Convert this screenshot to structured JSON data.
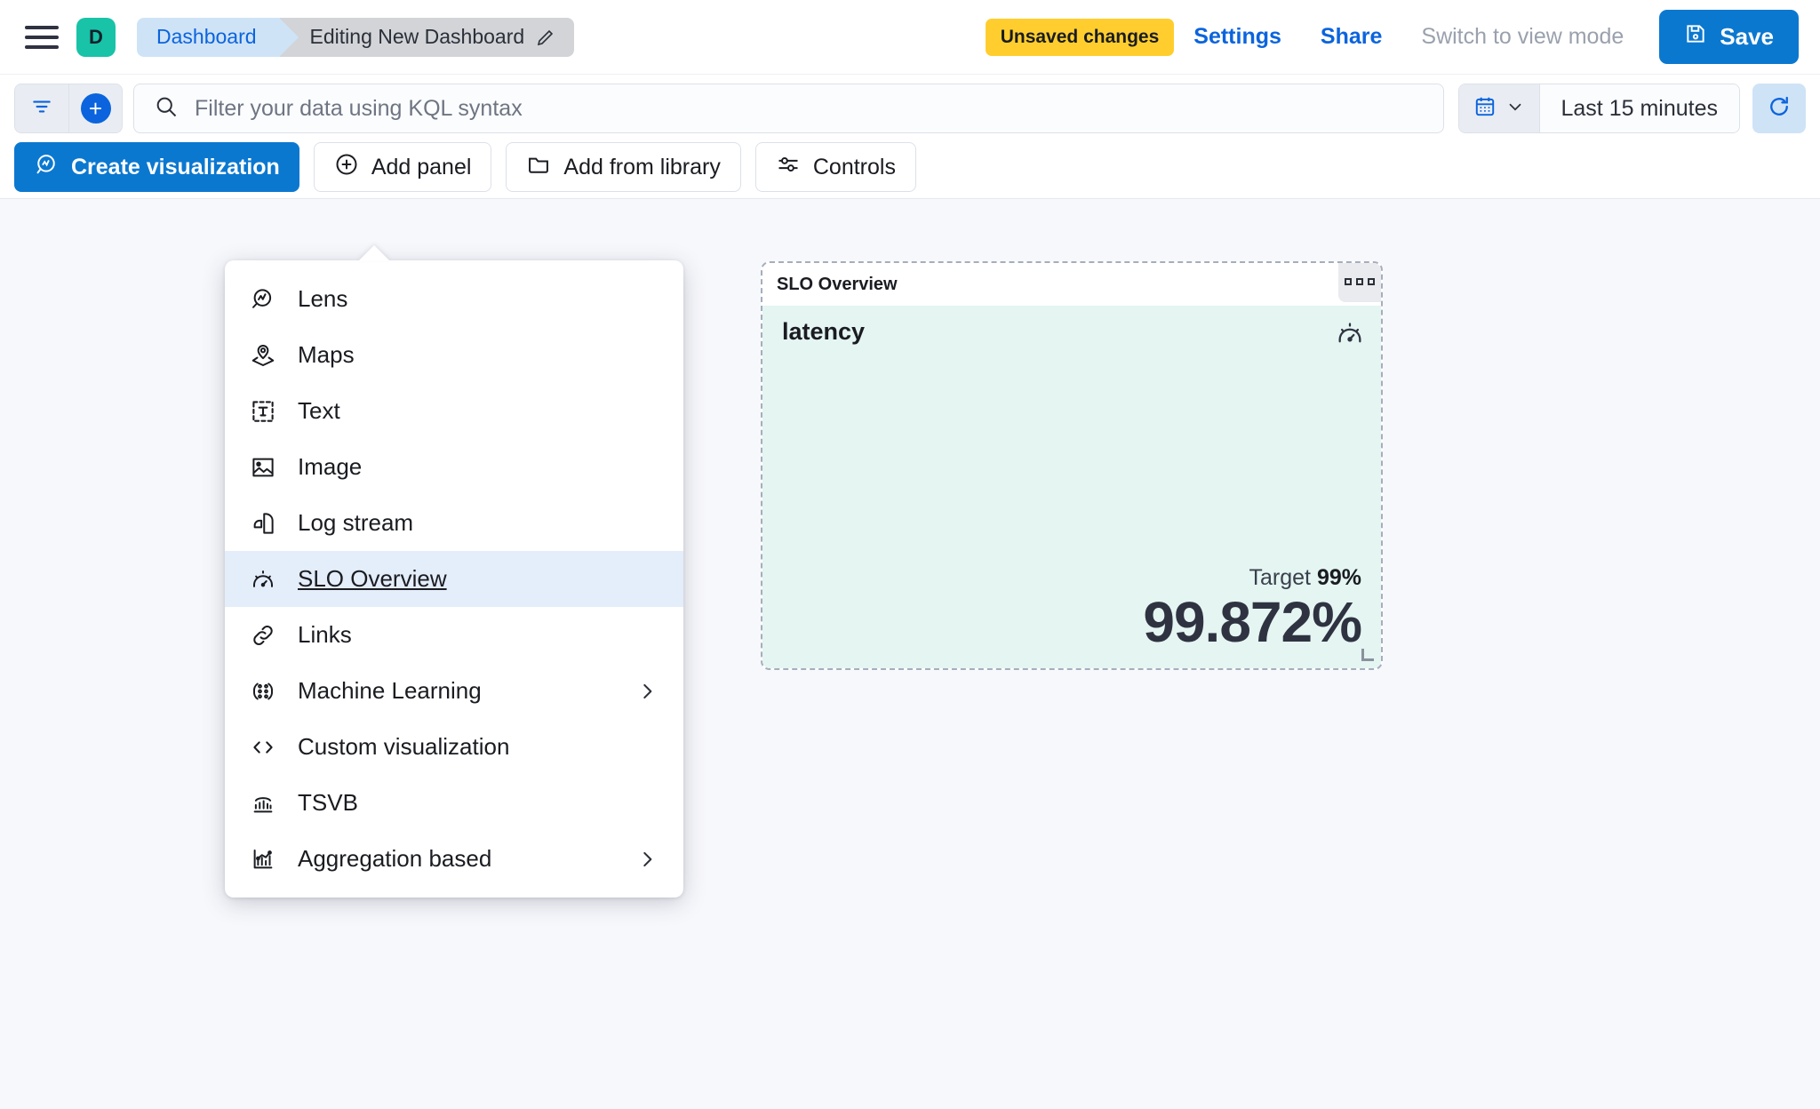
{
  "header": {
    "menu_icon": "hamburger-menu-icon",
    "space_initial": "D",
    "breadcrumb_parent": "Dashboard",
    "breadcrumb_current": "Editing New Dashboard",
    "edit_icon": "pencil-icon",
    "unsaved_badge": "Unsaved changes",
    "settings_label": "Settings",
    "share_label": "Share",
    "view_mode_label": "Switch to view mode",
    "save_label": "Save",
    "save_icon": "save-disk-icon",
    "accent_blue": "#0B64DD",
    "save_button_bg": "#0B78D0",
    "unsaved_bg": "#FFCE2E",
    "space_avatar_bg": "#18C3A8"
  },
  "query_bar": {
    "filter_icon": "filter-icon",
    "add_filter_icon": "plus-circle-icon",
    "search_icon": "search-icon",
    "placeholder": "Filter your data using KQL syntax",
    "value": "",
    "calendar_icon": "calendar-icon",
    "calendar_caret": "chevron-down-icon",
    "time_range": "Last 15 minutes",
    "refresh_icon": "refresh-icon"
  },
  "toolbar": {
    "create_visualization": "Create visualization",
    "add_panel": "Add panel",
    "add_from_library": "Add from library",
    "controls": "Controls"
  },
  "add_panel_menu": {
    "items": [
      {
        "label": "Lens",
        "icon": "lens-icon",
        "has_submenu": false,
        "selected": false
      },
      {
        "label": "Maps",
        "icon": "maps-pin-layers-icon",
        "has_submenu": false,
        "selected": false
      },
      {
        "label": "Text",
        "icon": "text-box-icon",
        "has_submenu": false,
        "selected": false
      },
      {
        "label": "Image",
        "icon": "image-icon",
        "has_submenu": false,
        "selected": false
      },
      {
        "label": "Log stream",
        "icon": "log-stream-icon",
        "has_submenu": false,
        "selected": false
      },
      {
        "label": "SLO Overview",
        "icon": "gauge-icon",
        "has_submenu": false,
        "selected": true
      },
      {
        "label": "Links",
        "icon": "link-chain-icon",
        "has_submenu": false,
        "selected": false
      },
      {
        "label": "Machine Learning",
        "icon": "machine-learning-icon",
        "has_submenu": true,
        "selected": false
      },
      {
        "label": "Custom visualization",
        "icon": "code-brackets-icon",
        "has_submenu": false,
        "selected": false
      },
      {
        "label": "TSVB",
        "icon": "tsvb-bars-icon",
        "has_submenu": false,
        "selected": false
      },
      {
        "label": "Aggregation based",
        "icon": "aggregation-chart-icon",
        "has_submenu": true,
        "selected": false
      }
    ],
    "submenu_icon": "chevron-right-icon",
    "selected_bg": "#E4EDFA"
  },
  "slo_panel": {
    "title": "SLO Overview",
    "context_menu_icon": "panel-context-menu-icon",
    "metric_name": "latency",
    "gauge_icon": "gauge-icon",
    "target_label": "Target",
    "target_value": "99%",
    "sli_value": "99.872%",
    "body_bg": "#E4F5F2",
    "resize_handle_icon": "resize-handle-icon"
  }
}
